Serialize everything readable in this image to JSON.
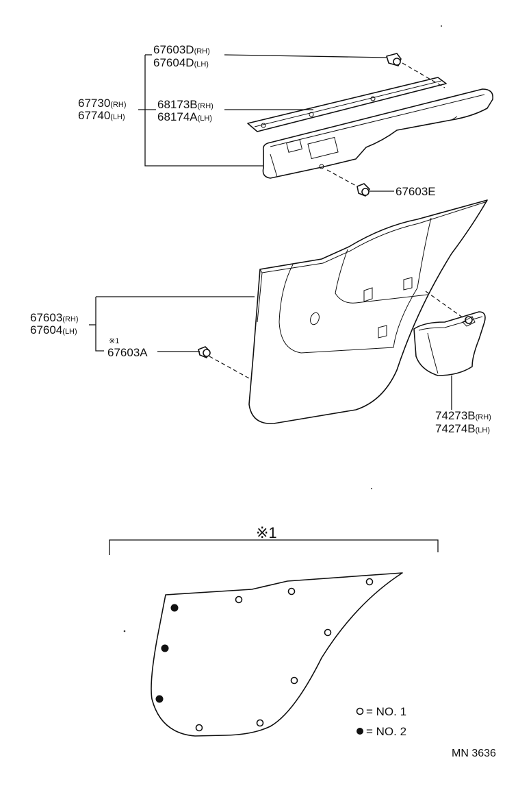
{
  "callouts": {
    "p67603D": {
      "num": "67603D",
      "sfx": "(RH)"
    },
    "p67604D": {
      "num": "67604D",
      "sfx": "(LH)"
    },
    "p67730": {
      "num": "67730",
      "sfx": "(RH)"
    },
    "p67740": {
      "num": "67740",
      "sfx": "(LH)"
    },
    "p68173B": {
      "num": "68173B",
      "sfx": "(RH)"
    },
    "p68174A": {
      "num": "68174A",
      "sfx": "(LH)"
    },
    "p67603E": {
      "num": "67603E"
    },
    "p67603": {
      "num": "67603",
      "sfx": "(RH)"
    },
    "p67604": {
      "num": "67604",
      "sfx": "(LH)"
    },
    "ref1": "※1",
    "p67603A": {
      "num": "67603A"
    },
    "p74273B": {
      "num": "74273B",
      "sfx": "(RH)"
    },
    "p74274B": {
      "num": "74274B",
      "sfx": "(LH)"
    }
  },
  "detail": {
    "title": "※1",
    "clips_no1_count": 7,
    "clips_no2_count": 3
  },
  "legend": {
    "no1": "= NO. 1",
    "no2": "= NO. 2"
  },
  "figure_code": "MN 3636"
}
